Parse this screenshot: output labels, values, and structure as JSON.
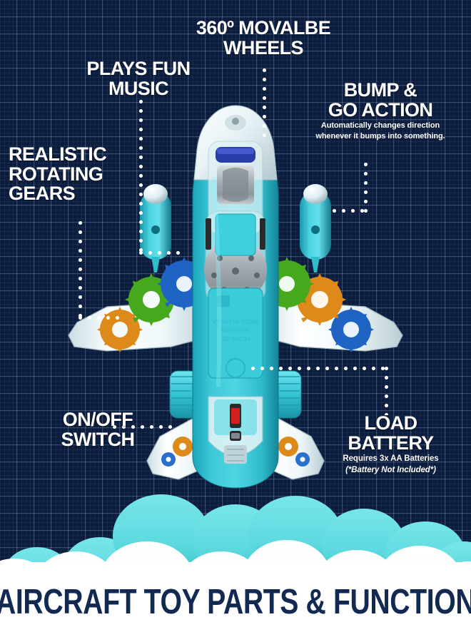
{
  "poster": {
    "background_color": "#0b1c3c",
    "grid_line_color": "#96afd2",
    "accent_turquoise": "#62dce0",
    "title_color": "#122a52",
    "label_color": "#ffffff",
    "title": "AIRCRAFT TOY PARTS & FUNCTION"
  },
  "callouts": {
    "music": {
      "line1": "PLAYS FUN",
      "line2": "MUSIC"
    },
    "wheels": {
      "line1": "360º MOVALBE",
      "line2": "WHEELS"
    },
    "bump": {
      "line1": "BUMP &",
      "line2": "GO ACTION",
      "sub1": "Automatically changes direction",
      "sub2": "whenever it bumps into something."
    },
    "gears": {
      "line1": "REALISTIC",
      "line2": "ROTATING",
      "line3": "GEARS"
    },
    "switch": {
      "line1": "ON/OFF",
      "line2": "SWITCH"
    },
    "battery": {
      "line1": "LOAD",
      "line2": "BATTERY",
      "sub1": "Requires 3x AA Batteries",
      "sub2": "(*Battery Not Included*)"
    }
  },
  "product": {
    "body_marking_line1": "HONG JIE",
    "body_marking_line2": "NO.HJ628",
    "body_marking_line3": "MADE IN CHINA",
    "gear_colors": [
      "#e08a1e",
      "#4aa81e",
      "#1f63c4",
      "#d97b18"
    ],
    "shell_color": "#3fc8d8",
    "clear_color": "#e8f6f8",
    "switch_color": "#d62020"
  }
}
